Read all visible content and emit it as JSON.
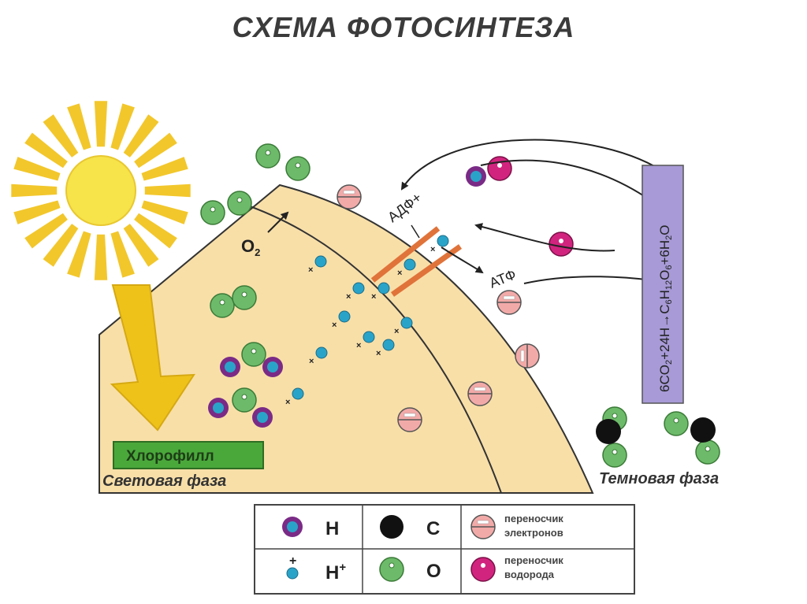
{
  "title": "СХЕМА ФОТОСИНТЕЗА",
  "labels": {
    "o2_main": "O",
    "o2_sub": "2",
    "adp": "АДФ+",
    "atp": "АТФ",
    "chlorophyll": "Хлорофилл",
    "light_phase": "Световая фаза",
    "dark_phase": "Темновая фаза"
  },
  "equation": {
    "p1": "6CO",
    "s1": "2",
    "p2": "+24H→C",
    "s2": "6",
    "p3": "H",
    "s3": "12",
    "p4": "O",
    "s4": "6",
    "p5": "+6H",
    "s5": "2",
    "p6": "O"
  },
  "legend": {
    "h_label": "H",
    "c_label": "C",
    "hplus_label": "H",
    "hplus_sup": "+",
    "o_label": "O",
    "electron_carrier_line1": "переносчик",
    "electron_carrier_line2": "электронов",
    "hydrogen_carrier_line1": "переносчик",
    "hydrogen_carrier_line2": "водорода"
  },
  "colors": {
    "sun": "#f7e34a",
    "sun_rays": "#f2c72c",
    "cell": "#f8dfa8",
    "arrow": "#efc21a",
    "chlorophyll_box": "#4aa83b",
    "equation_bar": "#a79ad6",
    "oxygen": "#6dbb6a",
    "carbon": "#111111",
    "hydrogen_ring": "#7a2b86",
    "proton": "#2aa3c9",
    "electron_carrier": "#f2aaa8",
    "hydrogen_carrier": "#d1247f",
    "membrane_channel": "#e0733a"
  }
}
